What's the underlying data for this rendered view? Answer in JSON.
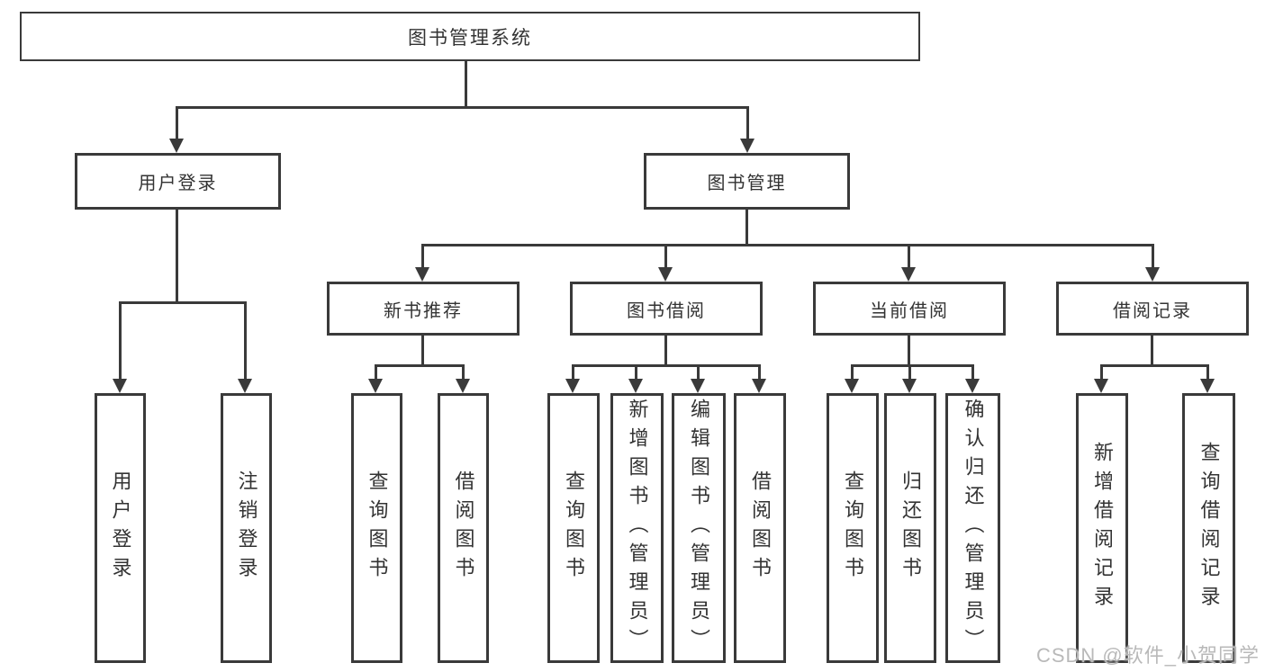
{
  "diagram": {
    "title": "图书管理系统",
    "user_branch": {
      "label": "用户登录",
      "children": [
        "用户登录",
        "注销登录"
      ]
    },
    "book_branch": {
      "label": "图书管理",
      "modules": [
        {
          "label": "新书推荐",
          "children": [
            "查询图书",
            "借阅图书"
          ]
        },
        {
          "label": "图书借阅",
          "children": [
            "查询图书",
            "新增图书（管理员）",
            "编辑图书（管理员）",
            "借阅图书"
          ]
        },
        {
          "label": "当前借阅",
          "children": [
            "查询图书",
            "归还图书",
            "确认归还（管理员）"
          ]
        },
        {
          "label": "借阅记录",
          "children": [
            "新增借阅记录",
            "查询借阅记录"
          ]
        }
      ]
    }
  },
  "watermark": "CSDN @软件_小贺同学",
  "colors": {
    "line": "#3a3a3a",
    "text": "#333333",
    "background": "#ffffff",
    "watermark": "#b9b9b9"
  }
}
